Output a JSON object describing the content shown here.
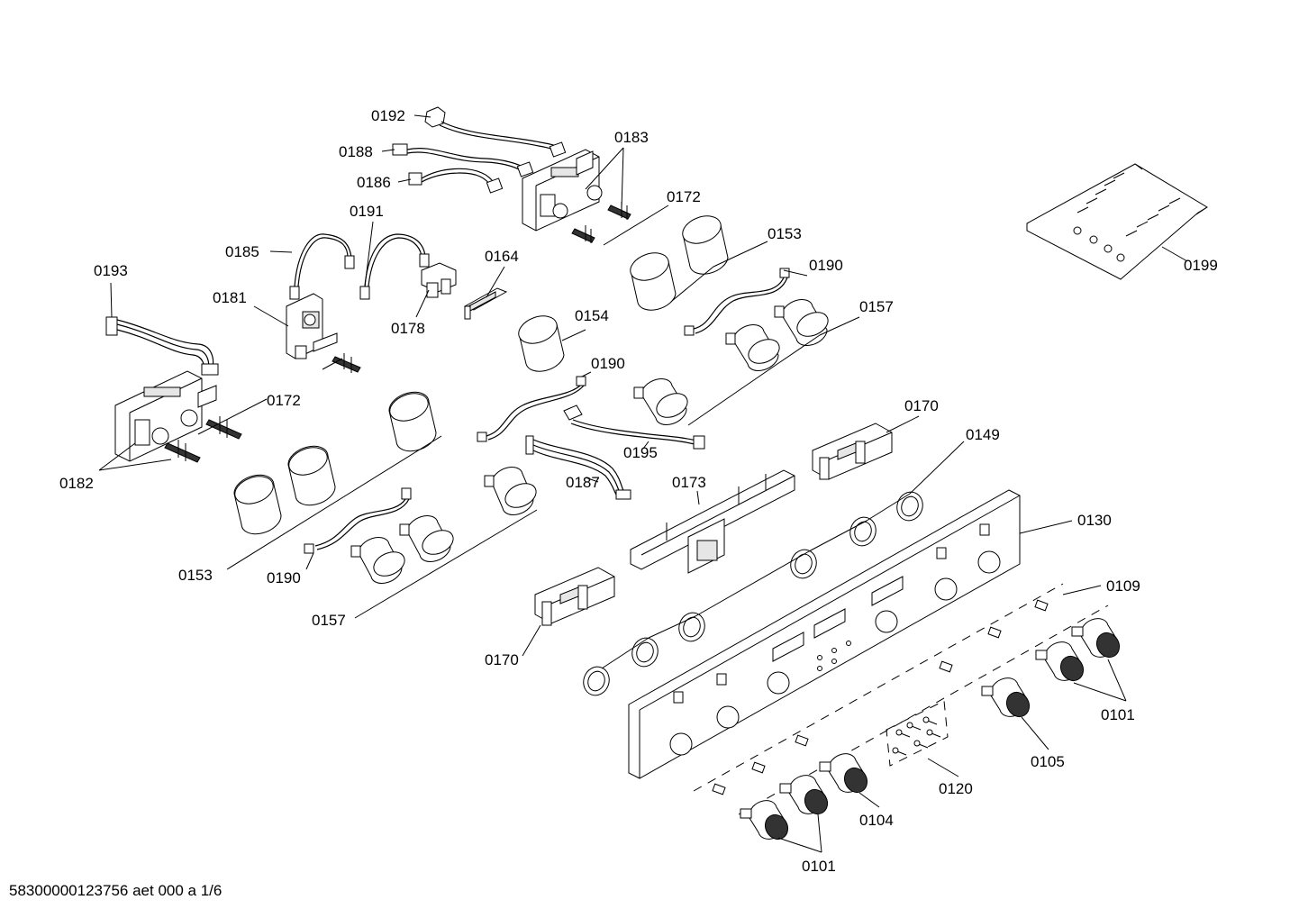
{
  "labels": {
    "l0192": "0192",
    "l0188": "0188",
    "l0186": "0186",
    "l0183": "0183",
    "l0172a": "0172",
    "l0191": "0191",
    "l0185": "0185",
    "l0153a": "0153",
    "l0190a": "0190",
    "l0193": "0193",
    "l0164": "0164",
    "l0181": "0181",
    "l0154": "0154",
    "l0178": "0178",
    "l0157a": "0157",
    "l0190b": "0190",
    "l0172b": "0172",
    "l0170a": "0170",
    "l0195": "0195",
    "l0149": "0149",
    "l0182": "0182",
    "l0187": "0187",
    "l0173": "0173",
    "l0130": "0130",
    "l0153b": "0153",
    "l0190c": "0190",
    "l0109": "0109",
    "l0157b": "0157",
    "l0170b": "0170",
    "l0101a": "0101",
    "l0105": "0105",
    "l0120": "0120",
    "l0104": "0104",
    "l0101b": "0101",
    "l0199": "0199"
  },
  "footer": "58300000123756 aet 000 a 1/6"
}
